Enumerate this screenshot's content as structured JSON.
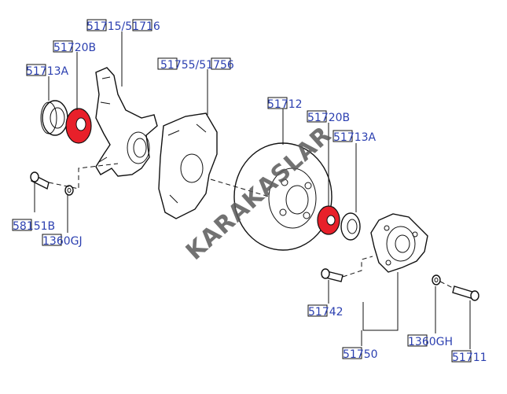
{
  "labels": {
    "knuckle": "51715/51716",
    "bearing_top": "51720B",
    "seal_left": "51713A",
    "shield": "51755/51756",
    "disc": "51712",
    "bearing_right": "51720B",
    "seal_right": "51713A",
    "bolt_left": "58151B",
    "washer_left": "1360GJ",
    "bolt_hub": "51742",
    "hub": "51750",
    "washer_right": "1360GH",
    "bolt_right": "51711"
  },
  "watermark": "KARAKASLAR",
  "colors": {
    "label": "#2b3fb0",
    "bearing": "#e8202a",
    "line": "#111111"
  }
}
